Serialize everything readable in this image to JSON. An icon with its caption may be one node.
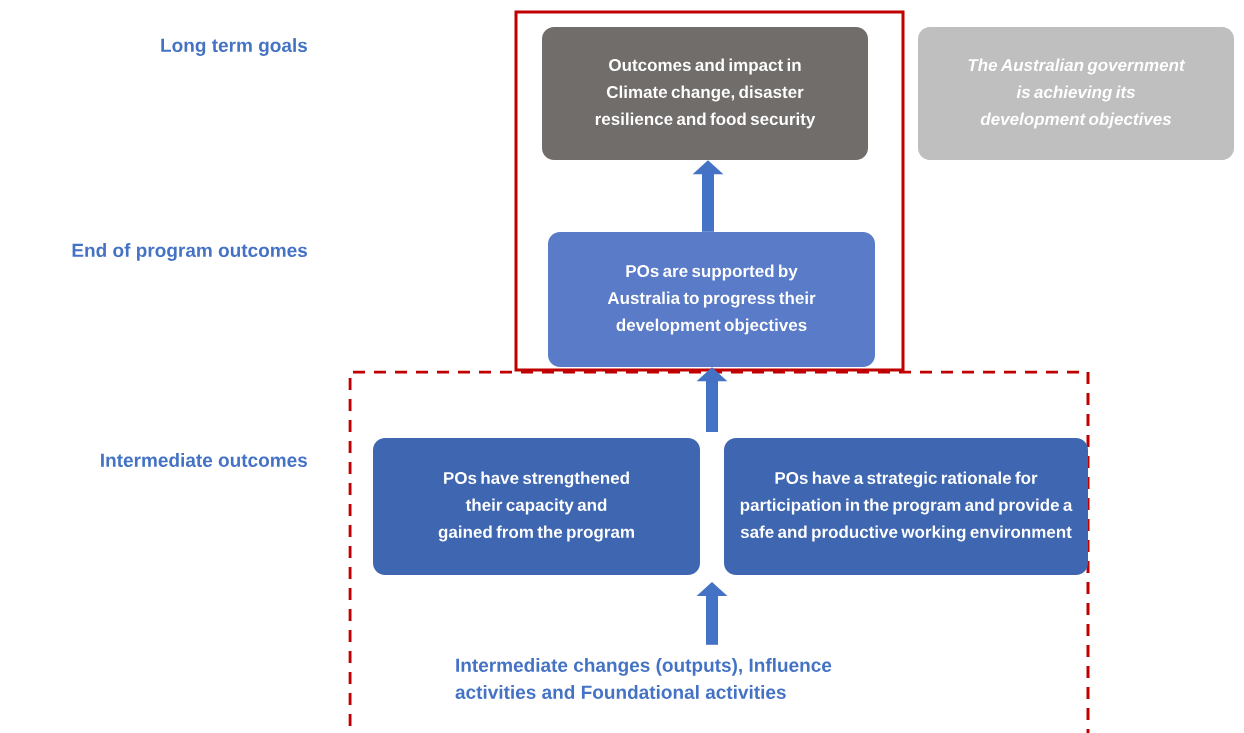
{
  "diagram": {
    "nodes": [
      {
        "text": [],
        "shape": "box"
      },
      {
        "text": [
          "Outcomes and impact in Climate change, disaster resilience and food security"
        ],
        "in": 0
      },
      {
        "text": [
          "The Australian government is achieving its development objectives"
        ]
      },
      {
        "text": [
          "POs are supported by Australia to progress their development objectives"
        ],
        "in": 0
      },
      {
        "text": [],
        "shape": "box"
      },
      {
        "text": [
          "POs have strengthened their capacity and gained from the program"
        ],
        "in": 4
      },
      {
        "text": [
          "POs have a strategic rationale for participation in the program and provide a safe and productive working environment"
        ],
        "in": 4
      },
      {
        "text": [
          "Intermediate changes (outputs), Influence activities and Foundational activities"
        ],
        "in": 4
      }
    ],
    "edges": [
      {
        "from": 3,
        "to": 1,
        "arrow": "to"
      },
      {
        "from": 5,
        "to": 3,
        "arrow": "to"
      },
      {
        "from": 6,
        "to": 3,
        "arrow": "to"
      },
      {
        "from": 7,
        "to": 5,
        "arrow": "to"
      },
      {
        "from": 7,
        "to": 6,
        "arrow": "to"
      }
    ],
    "labels": [
      "Long term goals",
      "End of program outcomes",
      "Intermediate outcomes"
    ]
  }
}
